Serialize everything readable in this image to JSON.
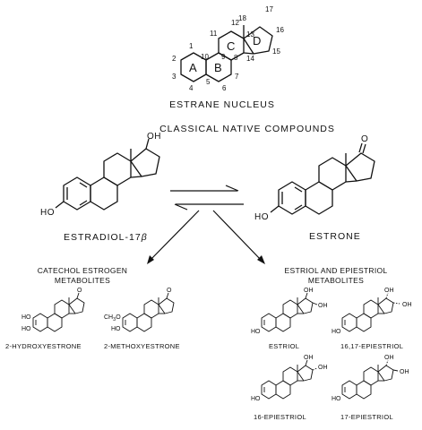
{
  "estrane": {
    "title": "ESTRANE NUCLEUS",
    "ring_labels": [
      "A",
      "B",
      "C",
      "D"
    ],
    "atom_numbers": [
      "1",
      "2",
      "3",
      "4",
      "5",
      "6",
      "7",
      "8",
      "9",
      "10",
      "11",
      "12",
      "13",
      "14",
      "15",
      "16",
      "17",
      "18"
    ]
  },
  "section_title": "CLASSICAL NATIVE COMPOUNDS",
  "estradiol": {
    "label": "ESTRADIOL-17",
    "beta": "β",
    "ho": "HO",
    "oh": "OH"
  },
  "estrone": {
    "label": "ESTRONE",
    "ho": "HO",
    "o": "O"
  },
  "catechol": {
    "heading_line1": "CATECHOL ESTROGEN",
    "heading_line2": "METABOLITES",
    "items": [
      {
        "label": "2-HYDROXYESTRONE",
        "sub_a": "HO",
        "sub_b": "HO",
        "o": "O"
      },
      {
        "label": "2-METHOXYESTRONE",
        "sub_a": "CH",
        "sub_a2": "3",
        "sub_a3": "O",
        "sub_b": "HO",
        "o": "O"
      }
    ]
  },
  "estriol": {
    "heading_line1": "ESTRIOL AND EPIESTRIOL",
    "heading_line2": "METABOLITES",
    "items": [
      {
        "label": "ESTRIOL",
        "ho": "HO",
        "oh1": "OH",
        "oh2": "OH"
      },
      {
        "label": "16,17-EPIESTRIOL",
        "ho": "HO",
        "oh1": "OH",
        "oh2": "OH"
      },
      {
        "label": "16-EPIESTRIOL",
        "ho": "HO",
        "oh1": "OH",
        "oh2": "OH"
      },
      {
        "label": "17-EPIESTRIOL",
        "ho": "HO",
        "oh1": "OH",
        "oh2": "OH"
      }
    ]
  }
}
